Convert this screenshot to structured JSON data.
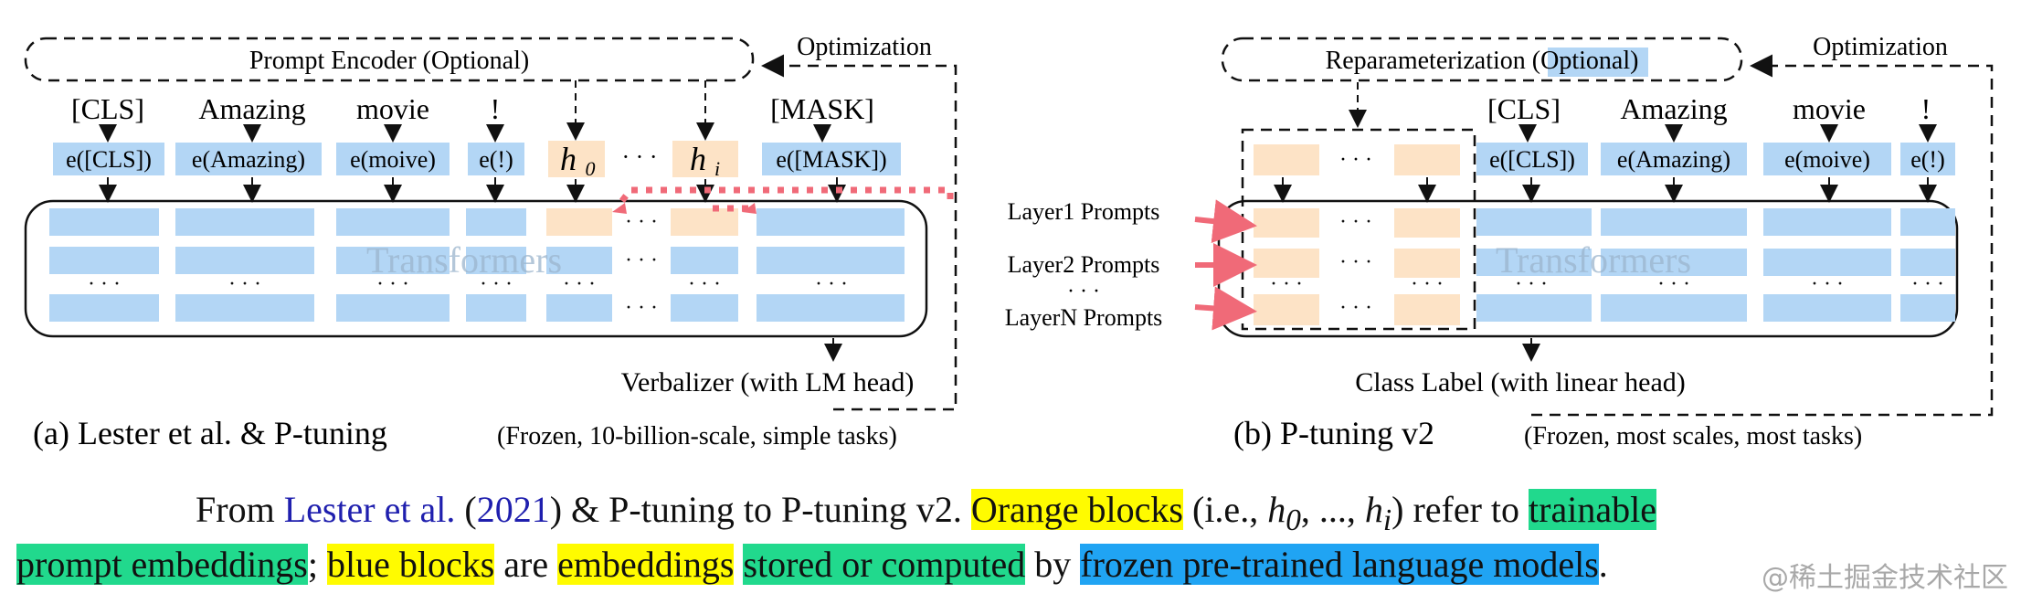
{
  "panel_a": {
    "prompt_encoder": "Prompt Encoder (Optional)",
    "optimization": "Optimization",
    "tokens": [
      "[CLS]",
      "Amazing",
      "movie",
      "!",
      "[MASK]"
    ],
    "embeddings": [
      "e([CLS])",
      "e(Amazing)",
      "e(moive)",
      "e(!)",
      "e([MASK])"
    ],
    "prompt_h0": "h",
    "prompt_h0_sub": "0",
    "prompt_hi": "h",
    "prompt_hi_sub": "i",
    "ellipsis": "· · ·",
    "transformers": "Transformers",
    "verbalizer": "Verbalizer (with LM head)",
    "caption_main": "(a) Lester et al. & P-tuning",
    "caption_sub": "(Frozen, 10-billion-scale, simple tasks)"
  },
  "panel_b": {
    "reparam_prefix": "Reparameterization (",
    "reparam_optional": "Optional",
    "reparam_suffix": ")",
    "optimization": "Optimization",
    "tokens": [
      "[CLS]",
      "Amazing",
      "movie",
      "!"
    ],
    "embeddings": [
      "e([CLS])",
      "e(Amazing)",
      "e(moive)",
      "e(!)"
    ],
    "layer_labels": [
      "Layer1 Prompts",
      "Layer2 Prompts",
      "LayerN Prompts"
    ],
    "ellipsis": "· · ·",
    "transformers": "Transformers",
    "class_label": "Class Label (with linear head)",
    "caption_main": "(b) P-tuning v2",
    "caption_sub": "(Frozen, most scales, most tasks)"
  },
  "caption": {
    "line1_a": "From ",
    "line1_cite": "Lester et al.",
    "line1_paren_open": " (",
    "line1_year": "2021",
    "line1_paren_close": ") & P-tuning to P-tuning v2. ",
    "orange_blocks": "Orange blocks",
    "line1_b": " (i.e., ",
    "math": "h",
    "math_sub0": "0",
    "math_mid": ", ..., ",
    "math_subi": "i",
    "line1_c": ") refer to ",
    "trainable": "trainable",
    "prompt_embeddings": "prompt embeddings",
    "semi": "; ",
    "blue_blocks": "blue blocks",
    "are": " are ",
    "embeddings": "embeddings",
    "space": " ",
    "stored": "stored or computed",
    "by": " by ",
    "frozen": "frozen pre-trained language models",
    "period": "."
  },
  "watermark": "@稀土掘金技术社区",
  "colors": {
    "blue_block": "#b3d6f5",
    "orange_block": "#fde3c6",
    "red_arrow": "#f06a78",
    "highlight_yellow": "#fffb00",
    "highlight_green": "#21d98d",
    "highlight_blue": "#20a4f3"
  }
}
